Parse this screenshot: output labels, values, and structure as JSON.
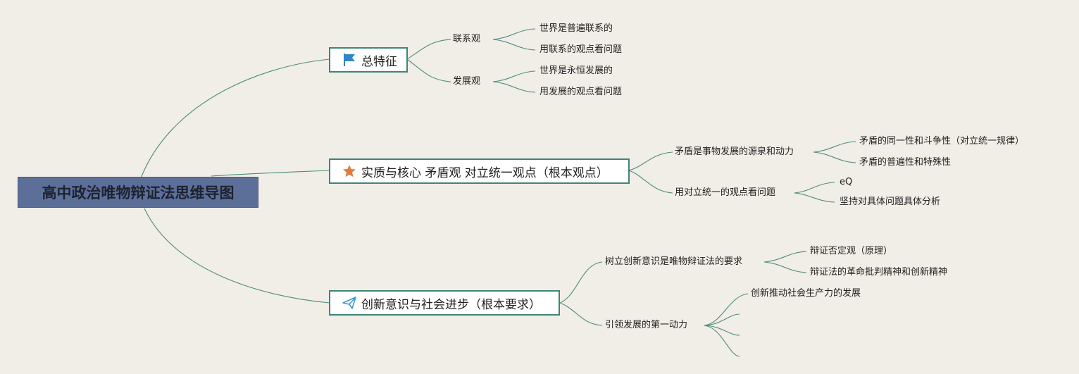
{
  "root": {
    "label": "高中政治唯物辩证法思维导图"
  },
  "branches": [
    {
      "label": "总特征",
      "icon": "flag-icon",
      "children": [
        {
          "label": "联系观",
          "children": [
            "世界是普遍联系的",
            "用联系的观点看问题"
          ]
        },
        {
          "label": "发展观",
          "children": [
            "世界是永恒发展的",
            "用发展的观点看问题"
          ]
        }
      ]
    },
    {
      "label": "实质与核心 矛盾观 对立统一观点（根本观点）",
      "icon": "star-icon",
      "children": [
        {
          "label": "矛盾是事物发展的源泉和动力",
          "children": [
            "矛盾的同一性和斗争性（对立统一规律）",
            "矛盾的普遍性和特殊性"
          ]
        },
        {
          "label": "用对立统一的观点看问题",
          "children": [
            "eQ",
            "坚持对具体问题具体分析"
          ]
        }
      ]
    },
    {
      "label": "创新意识与社会进步（根本要求）",
      "icon": "paper-plane-icon",
      "children": [
        {
          "label": "树立创新意识是唯物辩证法的要求",
          "children": [
            "辩证否定观（原理）",
            "辩证法的革命批判精神和创新精神"
          ]
        },
        {
          "label": "引领发展的第一动力",
          "children": [
            "创新推动社会生产力的发展",
            "",
            "",
            ""
          ]
        }
      ]
    }
  ],
  "colors": {
    "background": "#f1ede7",
    "link": "#4f8d7e",
    "root_fill": "#5c6f98",
    "branch_border": "#3f8577",
    "flag_icon": "#2f86c8",
    "star_icon": "#e07a3c",
    "plane_icon": "#3a9ad0"
  }
}
